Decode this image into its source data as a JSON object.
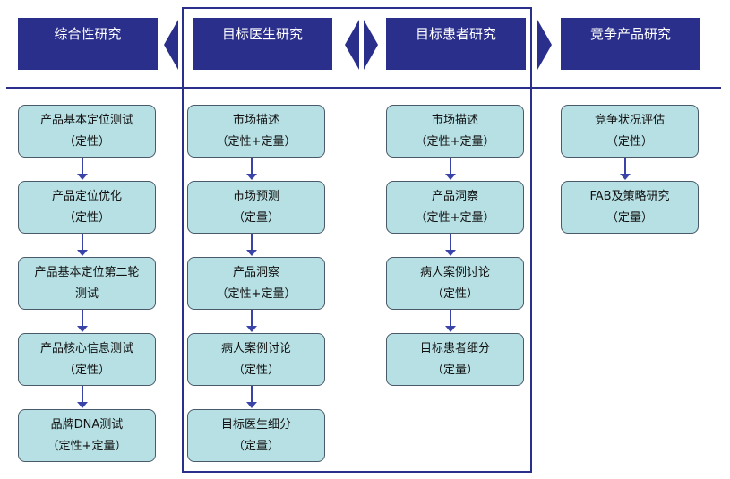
{
  "headers": [
    {
      "label": "综合性研究"
    },
    {
      "label": "目标医生研究"
    },
    {
      "label": "目标患者研究"
    },
    {
      "label": "竞争产品研究"
    }
  ],
  "columns": [
    {
      "items": [
        {
          "title": "产品基本定位测试",
          "sub": "（定性）"
        },
        {
          "title": "产品定位优化",
          "sub": "（定性）"
        },
        {
          "title": "产品基本定位第二轮",
          "sub": "测试"
        },
        {
          "title": "产品核心信息测试",
          "sub": "（定性）"
        },
        {
          "title": "品牌DNA测试",
          "sub": "（定性+定量）"
        }
      ]
    },
    {
      "items": [
        {
          "title": "市场描述",
          "sub": "（定性+定量）"
        },
        {
          "title": "市场预测",
          "sub": "（定量）"
        },
        {
          "title": "产品洞察",
          "sub": "（定性+定量）"
        },
        {
          "title": "病人案例讨论",
          "sub": "（定性）"
        },
        {
          "title": "目标医生细分",
          "sub": "（定量）"
        }
      ]
    },
    {
      "items": [
        {
          "title": "市场描述",
          "sub": "（定性+定量）"
        },
        {
          "title": "产品洞察",
          "sub": "（定性+定量）"
        },
        {
          "title": "病人案例讨论",
          "sub": "（定性）"
        },
        {
          "title": "目标患者细分",
          "sub": "（定量）"
        }
      ]
    },
    {
      "items": [
        {
          "title": "竞争状况评估",
          "sub": "（定性）"
        },
        {
          "title": "FAB及策略研究",
          "sub": "（定量）"
        }
      ]
    }
  ],
  "colors": {
    "header": "#2b2f8c",
    "box": "#b7e0e4",
    "arrow": "#3a44a8"
  }
}
